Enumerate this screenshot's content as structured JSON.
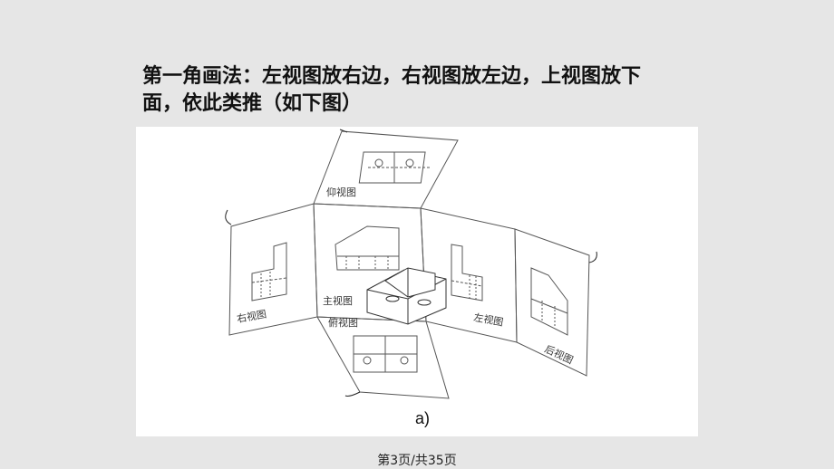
{
  "slide": {
    "title_line1": "第一角画法：左视图放右边，右视图放左边，上视图放下",
    "title_line2": "面，依此类推（如下图）"
  },
  "figure": {
    "caption": "a)",
    "labels": {
      "bottom_view": "仰视图",
      "front_view": "主视图",
      "top_view": "俯视图",
      "right_view": "右视图",
      "left_view": "左视图",
      "rear_view": "后视图"
    }
  },
  "footer": {
    "page_number": "第3页/共35页"
  }
}
